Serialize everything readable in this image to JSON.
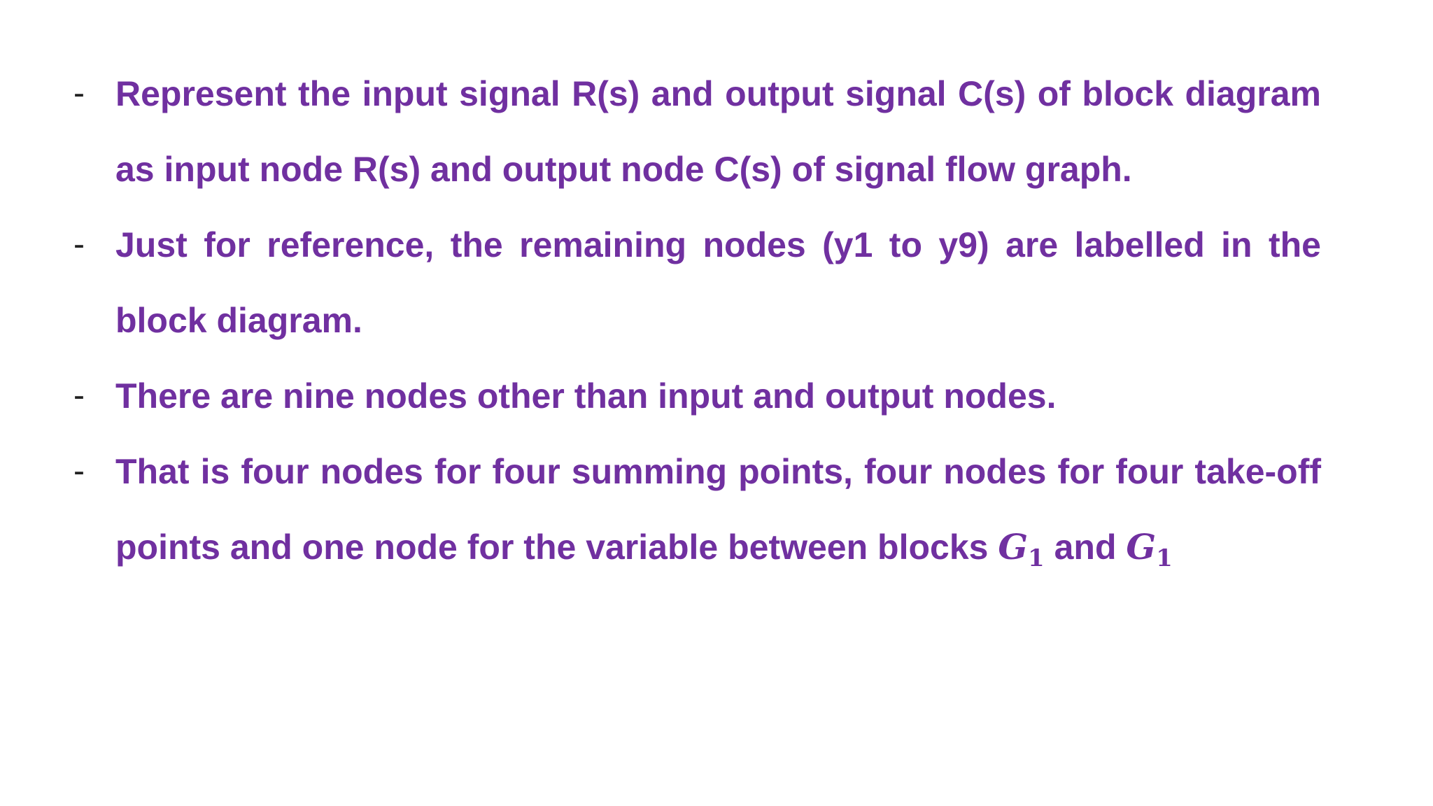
{
  "colors": {
    "accent": "#7030A0",
    "bullet": "#222222",
    "background": "#FFFFFF"
  },
  "bullets": [
    {
      "marker": "-",
      "text": "Represent the input signal R(s) and output signal C(s) of block diagram as input node R(s) and output node C(s) of signal flow graph."
    },
    {
      "marker": "-",
      "text": "Just for reference, the remaining nodes (y1 to y9) are labelled in the block diagram."
    },
    {
      "marker": "-",
      "text": "There are nine nodes other than input and output nodes."
    },
    {
      "marker": "-",
      "text_before": "That is four nodes for four summing points, four nodes for four take-off points and one node for the variable between blocks ",
      "math1_var": "G",
      "math1_sub": "1",
      "text_middle": " and ",
      "math2_var": "G",
      "math2_sub": "1"
    }
  ]
}
